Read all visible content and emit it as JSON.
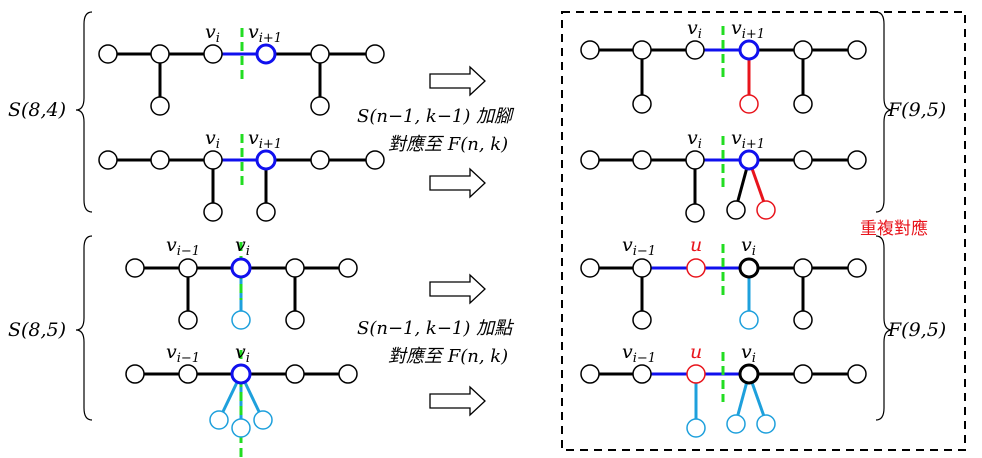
{
  "labels": {
    "s84": "S(8,4)",
    "s85": "S(8,5)",
    "f95_top": "F(9,5)",
    "f95_bottom": "F(9,5)",
    "duplicate": "重複對應",
    "arrow1_line1": "S(n−1, k−1) 加腳",
    "arrow1_line2": "對應至 F(n, k)",
    "arrow2_line1": "S(n−1, k−1) 加點",
    "arrow2_line2": "對應至 F(n, k)",
    "v_base": "v",
    "sub_i": "i",
    "sub_i1": "i+1",
    "sub_im1": "i−1",
    "u": "u"
  },
  "colors": {
    "black": "#000000",
    "blue": "#1010ee",
    "red": "#e8141c",
    "cyan": "#1ea0dc",
    "green": "#22dd22"
  }
}
